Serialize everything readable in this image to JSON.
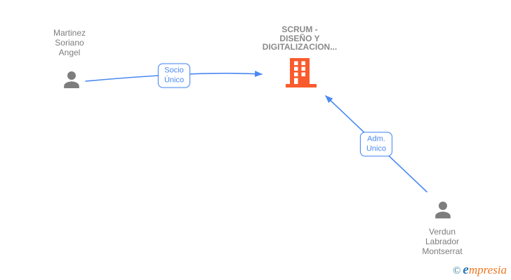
{
  "diagram": {
    "nodes": {
      "martinez": {
        "type": "person",
        "label": "Martinez Soriano Angel",
        "lines": [
          "Martinez",
          "Soriano",
          "Angel"
        ]
      },
      "scrum": {
        "type": "company",
        "label": "SCRUM - DISEÑO Y DIGITALIZACION...",
        "lines": [
          "SCRUM -",
          "DISEÑO Y",
          "DIGITALIZACION..."
        ]
      },
      "verdun": {
        "type": "person",
        "label": "Verdun Labrador Montserrat",
        "lines": [
          "Verdun",
          "Labrador",
          "Montserrat"
        ]
      }
    },
    "edges": {
      "socio": {
        "from": "martinez",
        "to": "scrum",
        "label": "Socio Único",
        "lines": [
          "Socio",
          "Único"
        ]
      },
      "adm": {
        "from": "verdun",
        "to": "scrum",
        "label": "Adm. Unico",
        "lines": [
          "Adm.",
          "Unico"
        ]
      }
    },
    "colors": {
      "edge_blue": "#4a89f0",
      "node_gray": "#7d7d7d",
      "label_gray": "#7d7d7d",
      "company_label_gray": "#8a8a8a",
      "company_orange": "#f95b2d",
      "logo_teal": "#2e7f99",
      "logo_blue": "#2577b5",
      "logo_orange": "#ee7622"
    }
  },
  "watermark": {
    "symbol": "©",
    "brand": "Empresia",
    "brand_initial": "e",
    "brand_rest": "mpresia"
  }
}
